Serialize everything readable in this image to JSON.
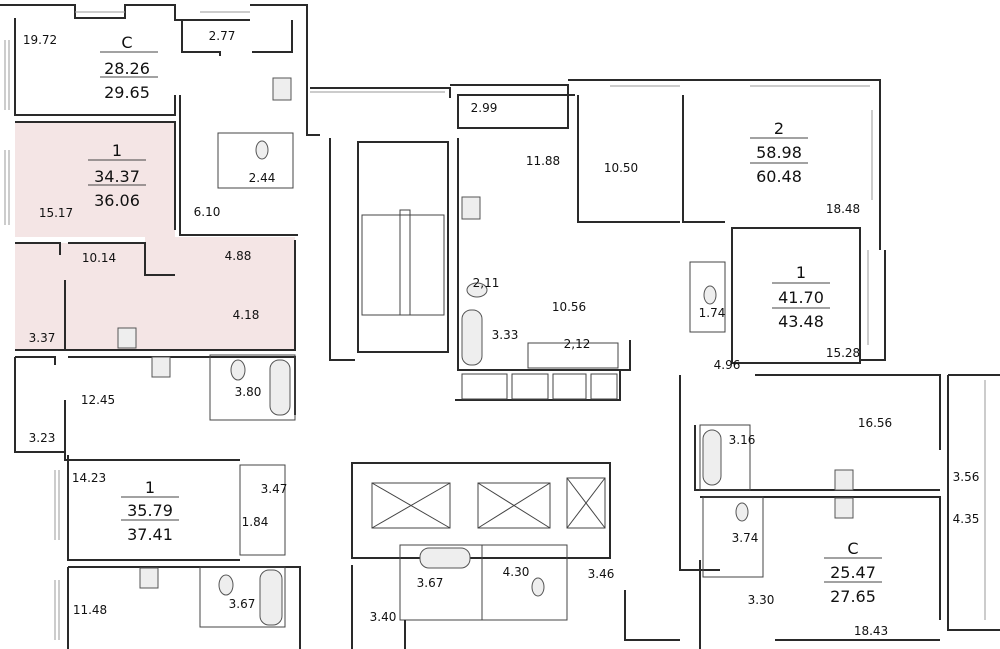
{
  "plan": {
    "highlight_color": "#f4e5e5",
    "apartments": [
      {
        "type": "C",
        "living_area": "28.26",
        "total_area": "29.65",
        "highlighted": false,
        "rooms": [
          "19.72",
          "2.77",
          "6.10",
          "2.44"
        ]
      },
      {
        "type": "1",
        "living_area": "34.37",
        "total_area": "36.06",
        "highlighted": true,
        "rooms": [
          "15.17",
          "10.14",
          "4.88",
          "4.18",
          "3.37"
        ]
      },
      {
        "type": "",
        "rooms": [
          "12.45",
          "3.80",
          "3.23"
        ]
      },
      {
        "type": "1",
        "living_area": "35.79",
        "total_area": "37.41",
        "highlighted": false,
        "rooms": [
          "14.23",
          "3.47",
          "1.84"
        ]
      },
      {
        "type": "",
        "rooms": [
          "11.48",
          "3.67"
        ]
      },
      {
        "type": "2",
        "living_area": "58.98",
        "total_area": "60.48",
        "highlighted": false,
        "rooms": [
          "2.99",
          "11.88",
          "10.50",
          "18.48",
          "2,11",
          "10.56",
          "3.33",
          "2,12"
        ]
      },
      {
        "type": "1",
        "living_area": "41.70",
        "total_area": "43.48",
        "highlighted": false,
        "rooms": [
          "15.28",
          "1.74",
          "4.96"
        ]
      },
      {
        "type": "",
        "rooms": [
          "16.56",
          "3.16",
          "3.56"
        ]
      },
      {
        "type": "C",
        "living_area": "25.47",
        "total_area": "27.65",
        "highlighted": false,
        "rooms": [
          "4.35",
          "3.74",
          "3.30",
          "18.43"
        ]
      },
      {
        "type": "",
        "rooms": [
          "3.67",
          "4.30",
          "3.46",
          "3.40"
        ]
      }
    ]
  }
}
